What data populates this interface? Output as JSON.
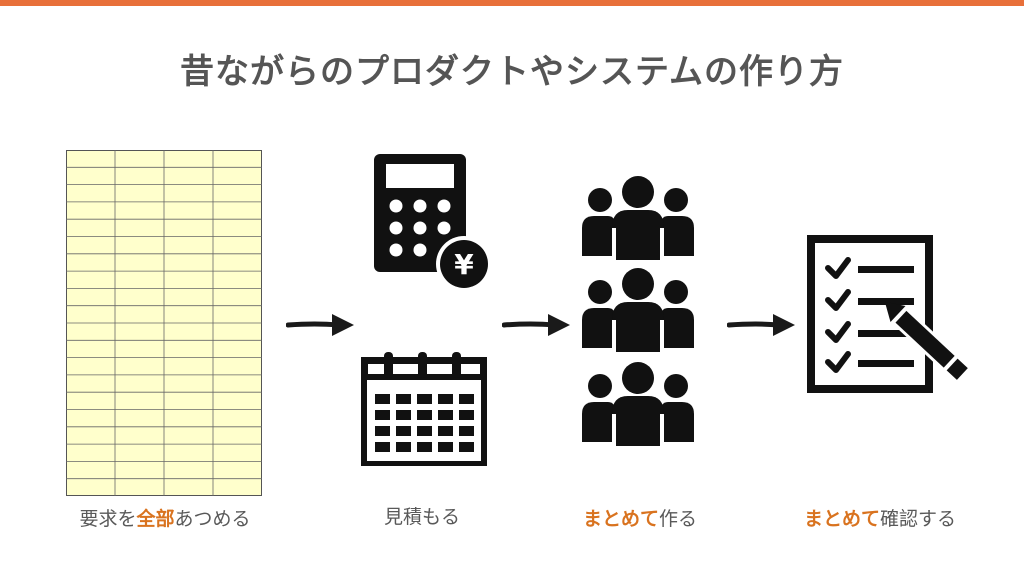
{
  "colors": {
    "accent": "#E8703A",
    "highlight": "#D9731F",
    "sheet_fill": "#FFFFCC",
    "text": "#595959"
  },
  "title": "昔ながらのプロダクトやシステムの作り方",
  "icons": [
    "spreadsheet-icon",
    "calculator-yen-icon",
    "calendar-icon",
    "people-group-icon",
    "checklist-pencil-icon",
    "arrow-right-icon"
  ],
  "steps": [
    {
      "pre": "要求を",
      "highlight": "全部",
      "post": "あつめる"
    },
    {
      "pre": "見積もる",
      "highlight": "",
      "post": ""
    },
    {
      "pre": "",
      "highlight": "まとめて",
      "post": "作る"
    },
    {
      "pre": "",
      "highlight": "まとめて",
      "post": "確認する"
    }
  ]
}
